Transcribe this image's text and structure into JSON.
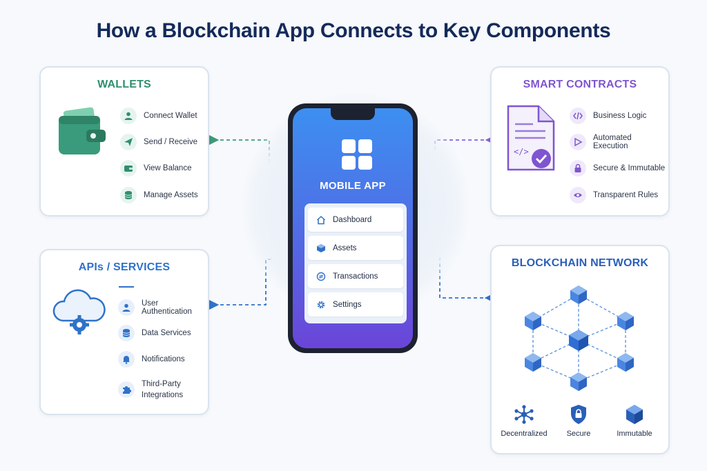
{
  "title": "How a Blockchain App Connects to Key Components",
  "center": {
    "label": "MOBILE APP",
    "menu": [
      {
        "label": "Dashboard",
        "icon": "home-icon"
      },
      {
        "label": "Assets",
        "icon": "cube-icon"
      },
      {
        "label": "Transactions",
        "icon": "transfer-icon"
      },
      {
        "label": "Settings",
        "icon": "gear-icon"
      }
    ]
  },
  "wallets": {
    "title": "WALLETS",
    "accent": "#2e8f6e",
    "items": [
      {
        "label": "Connect Wallet",
        "icon": "user-icon"
      },
      {
        "label": "Send / Receive",
        "icon": "send-icon"
      },
      {
        "label": "View Balance",
        "icon": "wallet-icon"
      },
      {
        "label": "Manage Assets",
        "icon": "database-icon"
      }
    ]
  },
  "smart_contracts": {
    "title": "SMART CONTRACTS",
    "accent": "#7f55d0",
    "items": [
      {
        "label": "Business Logic",
        "icon": "code-icon"
      },
      {
        "label": "Automated Execution",
        "icon": "play-icon"
      },
      {
        "label": "Secure & Immutable",
        "icon": "lock-icon"
      },
      {
        "label": "Transparent Rules",
        "icon": "eye-icon"
      }
    ]
  },
  "apis": {
    "title": "APIs / SERVICES",
    "accent": "#2f72c9",
    "items": [
      {
        "label": "User Authentication",
        "icon": "user-icon"
      },
      {
        "label": "Data Services",
        "icon": "database-icon"
      },
      {
        "label": "Notifications",
        "icon": "bell-icon"
      },
      {
        "label": "Third-Party\nIntegrations",
        "icon": "puzzle-icon"
      }
    ]
  },
  "network": {
    "title": "BLOCKCHAIN NETWORK",
    "accent": "#2a5fb8",
    "features": [
      {
        "label": "Decentralized",
        "icon": "network-icon"
      },
      {
        "label": "Secure",
        "icon": "shield-icon"
      },
      {
        "label": "Immutable",
        "icon": "block-icon"
      }
    ]
  }
}
